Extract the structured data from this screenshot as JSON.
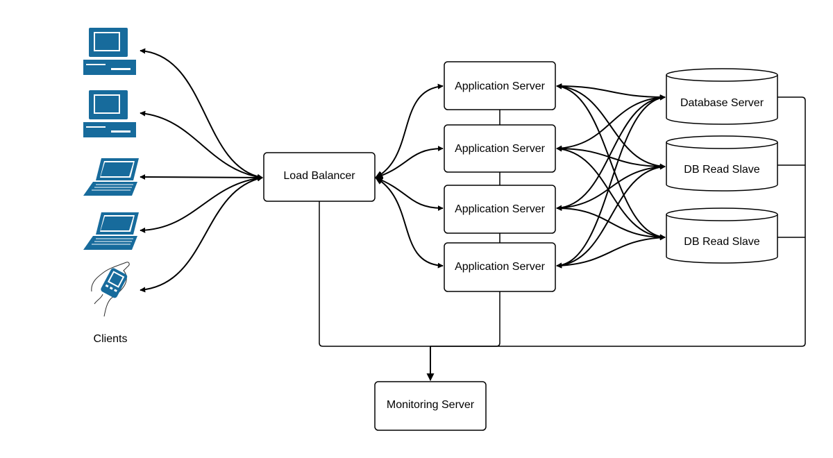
{
  "diagram": {
    "clients_label": "Clients",
    "clients": [
      {
        "kind": "desktop-computer",
        "icon": "desktop-computer-icon"
      },
      {
        "kind": "desktop-computer",
        "icon": "desktop-computer-icon"
      },
      {
        "kind": "laptop",
        "icon": "laptop-icon"
      },
      {
        "kind": "laptop",
        "icon": "laptop-icon"
      },
      {
        "kind": "handheld-device",
        "icon": "handheld-device-icon"
      }
    ],
    "load_balancer": {
      "label": "Load Balancer"
    },
    "app_servers": [
      {
        "label": "Application Server"
      },
      {
        "label": "Application Server"
      },
      {
        "label": "Application Server"
      },
      {
        "label": "Application Server"
      }
    ],
    "databases": [
      {
        "label": "Database Server",
        "role": "primary"
      },
      {
        "label": "DB Read Slave",
        "role": "replica"
      },
      {
        "label": "DB Read Slave",
        "role": "replica"
      }
    ],
    "monitoring": {
      "label": "Monitoring Server"
    },
    "connections": [
      {
        "from": "clients",
        "to": "load_balancer",
        "arrows": "both"
      },
      {
        "from": "load_balancer",
        "to": "app_servers",
        "arrows": "both"
      },
      {
        "from": "app_servers",
        "to": "databases",
        "arrows": "both",
        "pattern": "all-to-all"
      },
      {
        "from": "load_balancer",
        "to": "monitoring",
        "arrows": "end"
      },
      {
        "from": "app_servers",
        "to": "monitoring",
        "arrows": "end"
      },
      {
        "from": "databases",
        "to": "monitoring",
        "arrows": "end"
      }
    ],
    "colors": {
      "icon_blue": "#176b9c",
      "line": "#000000",
      "box_fill": "#ffffff"
    }
  }
}
